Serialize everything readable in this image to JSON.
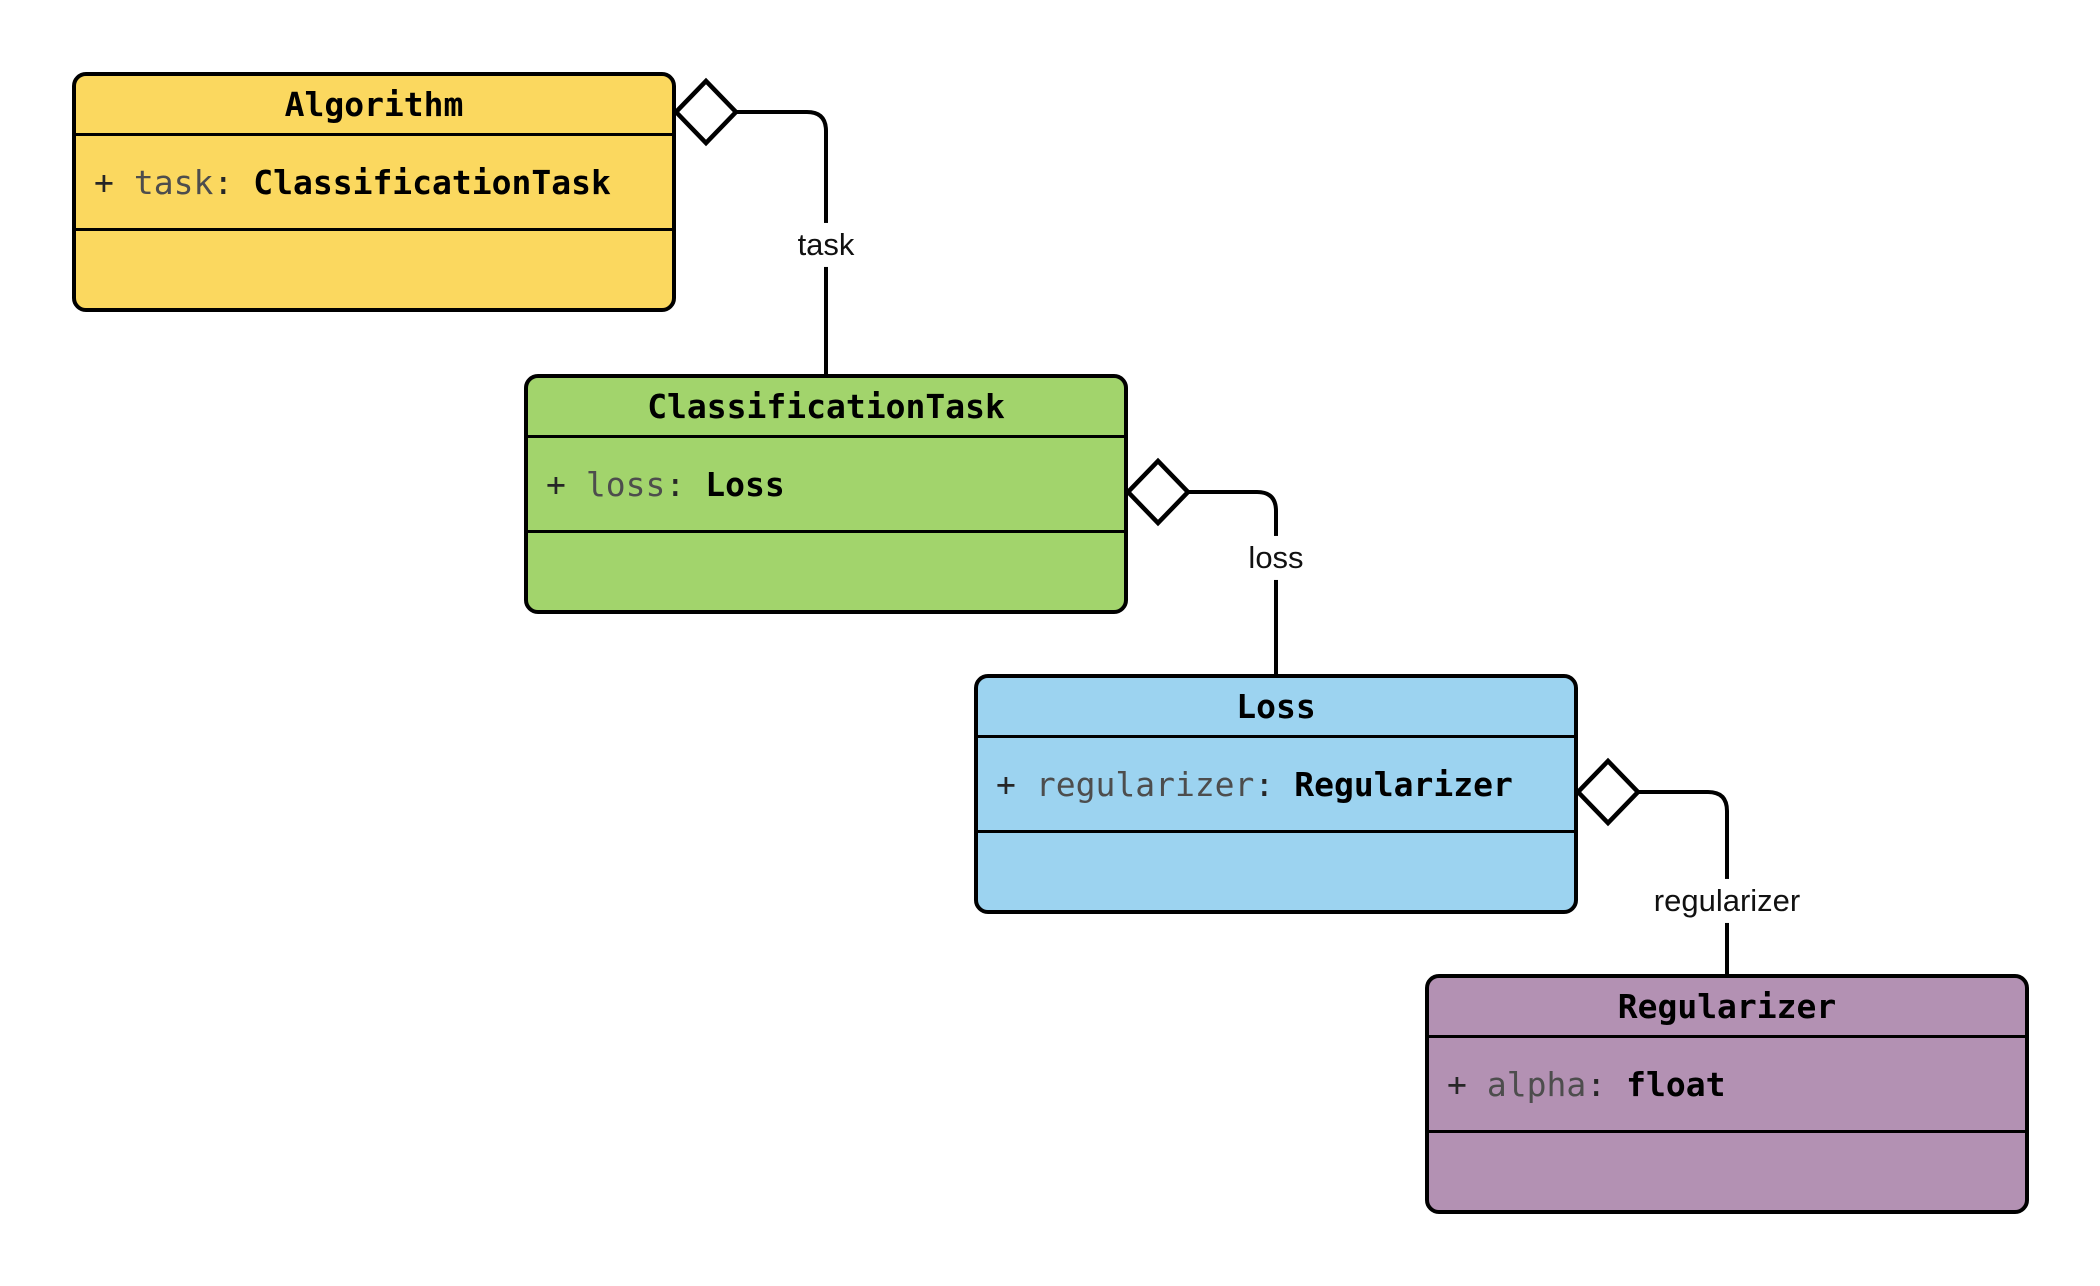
{
  "diagram": {
    "type": "uml-class-diagram",
    "background": "#ffffff",
    "stroke": "#000000",
    "diamond_fill": "#ffffff",
    "edge_label_color": "#111111",
    "attribute_name_color": "#4d4d4d"
  },
  "classes": [
    {
      "name": "Algorithm",
      "fill": "#FBD85F",
      "attributes": [
        {
          "visibility": "+",
          "name": "task",
          "colon": ":",
          "type": "ClassificationTask"
        }
      ]
    },
    {
      "name": "ClassificationTask",
      "fill": "#A2D46C",
      "attributes": [
        {
          "visibility": "+",
          "name": "loss",
          "colon": ":",
          "type": "Loss"
        }
      ]
    },
    {
      "name": "Loss",
      "fill": "#9CD3F0",
      "attributes": [
        {
          "visibility": "+",
          "name": "regularizer",
          "colon": ":",
          "type": "Regularizer"
        }
      ]
    },
    {
      "name": "Regularizer",
      "fill": "#B391B3",
      "attributes": [
        {
          "visibility": "+",
          "name": "alpha",
          "colon": ":",
          "type": "float"
        }
      ]
    }
  ],
  "edges": [
    {
      "from": "Algorithm",
      "to": "ClassificationTask",
      "label": "task",
      "relation": "aggregation"
    },
    {
      "from": "ClassificationTask",
      "to": "Loss",
      "label": "loss",
      "relation": "aggregation"
    },
    {
      "from": "Loss",
      "to": "Regularizer",
      "label": "regularizer",
      "relation": "aggregation"
    }
  ]
}
